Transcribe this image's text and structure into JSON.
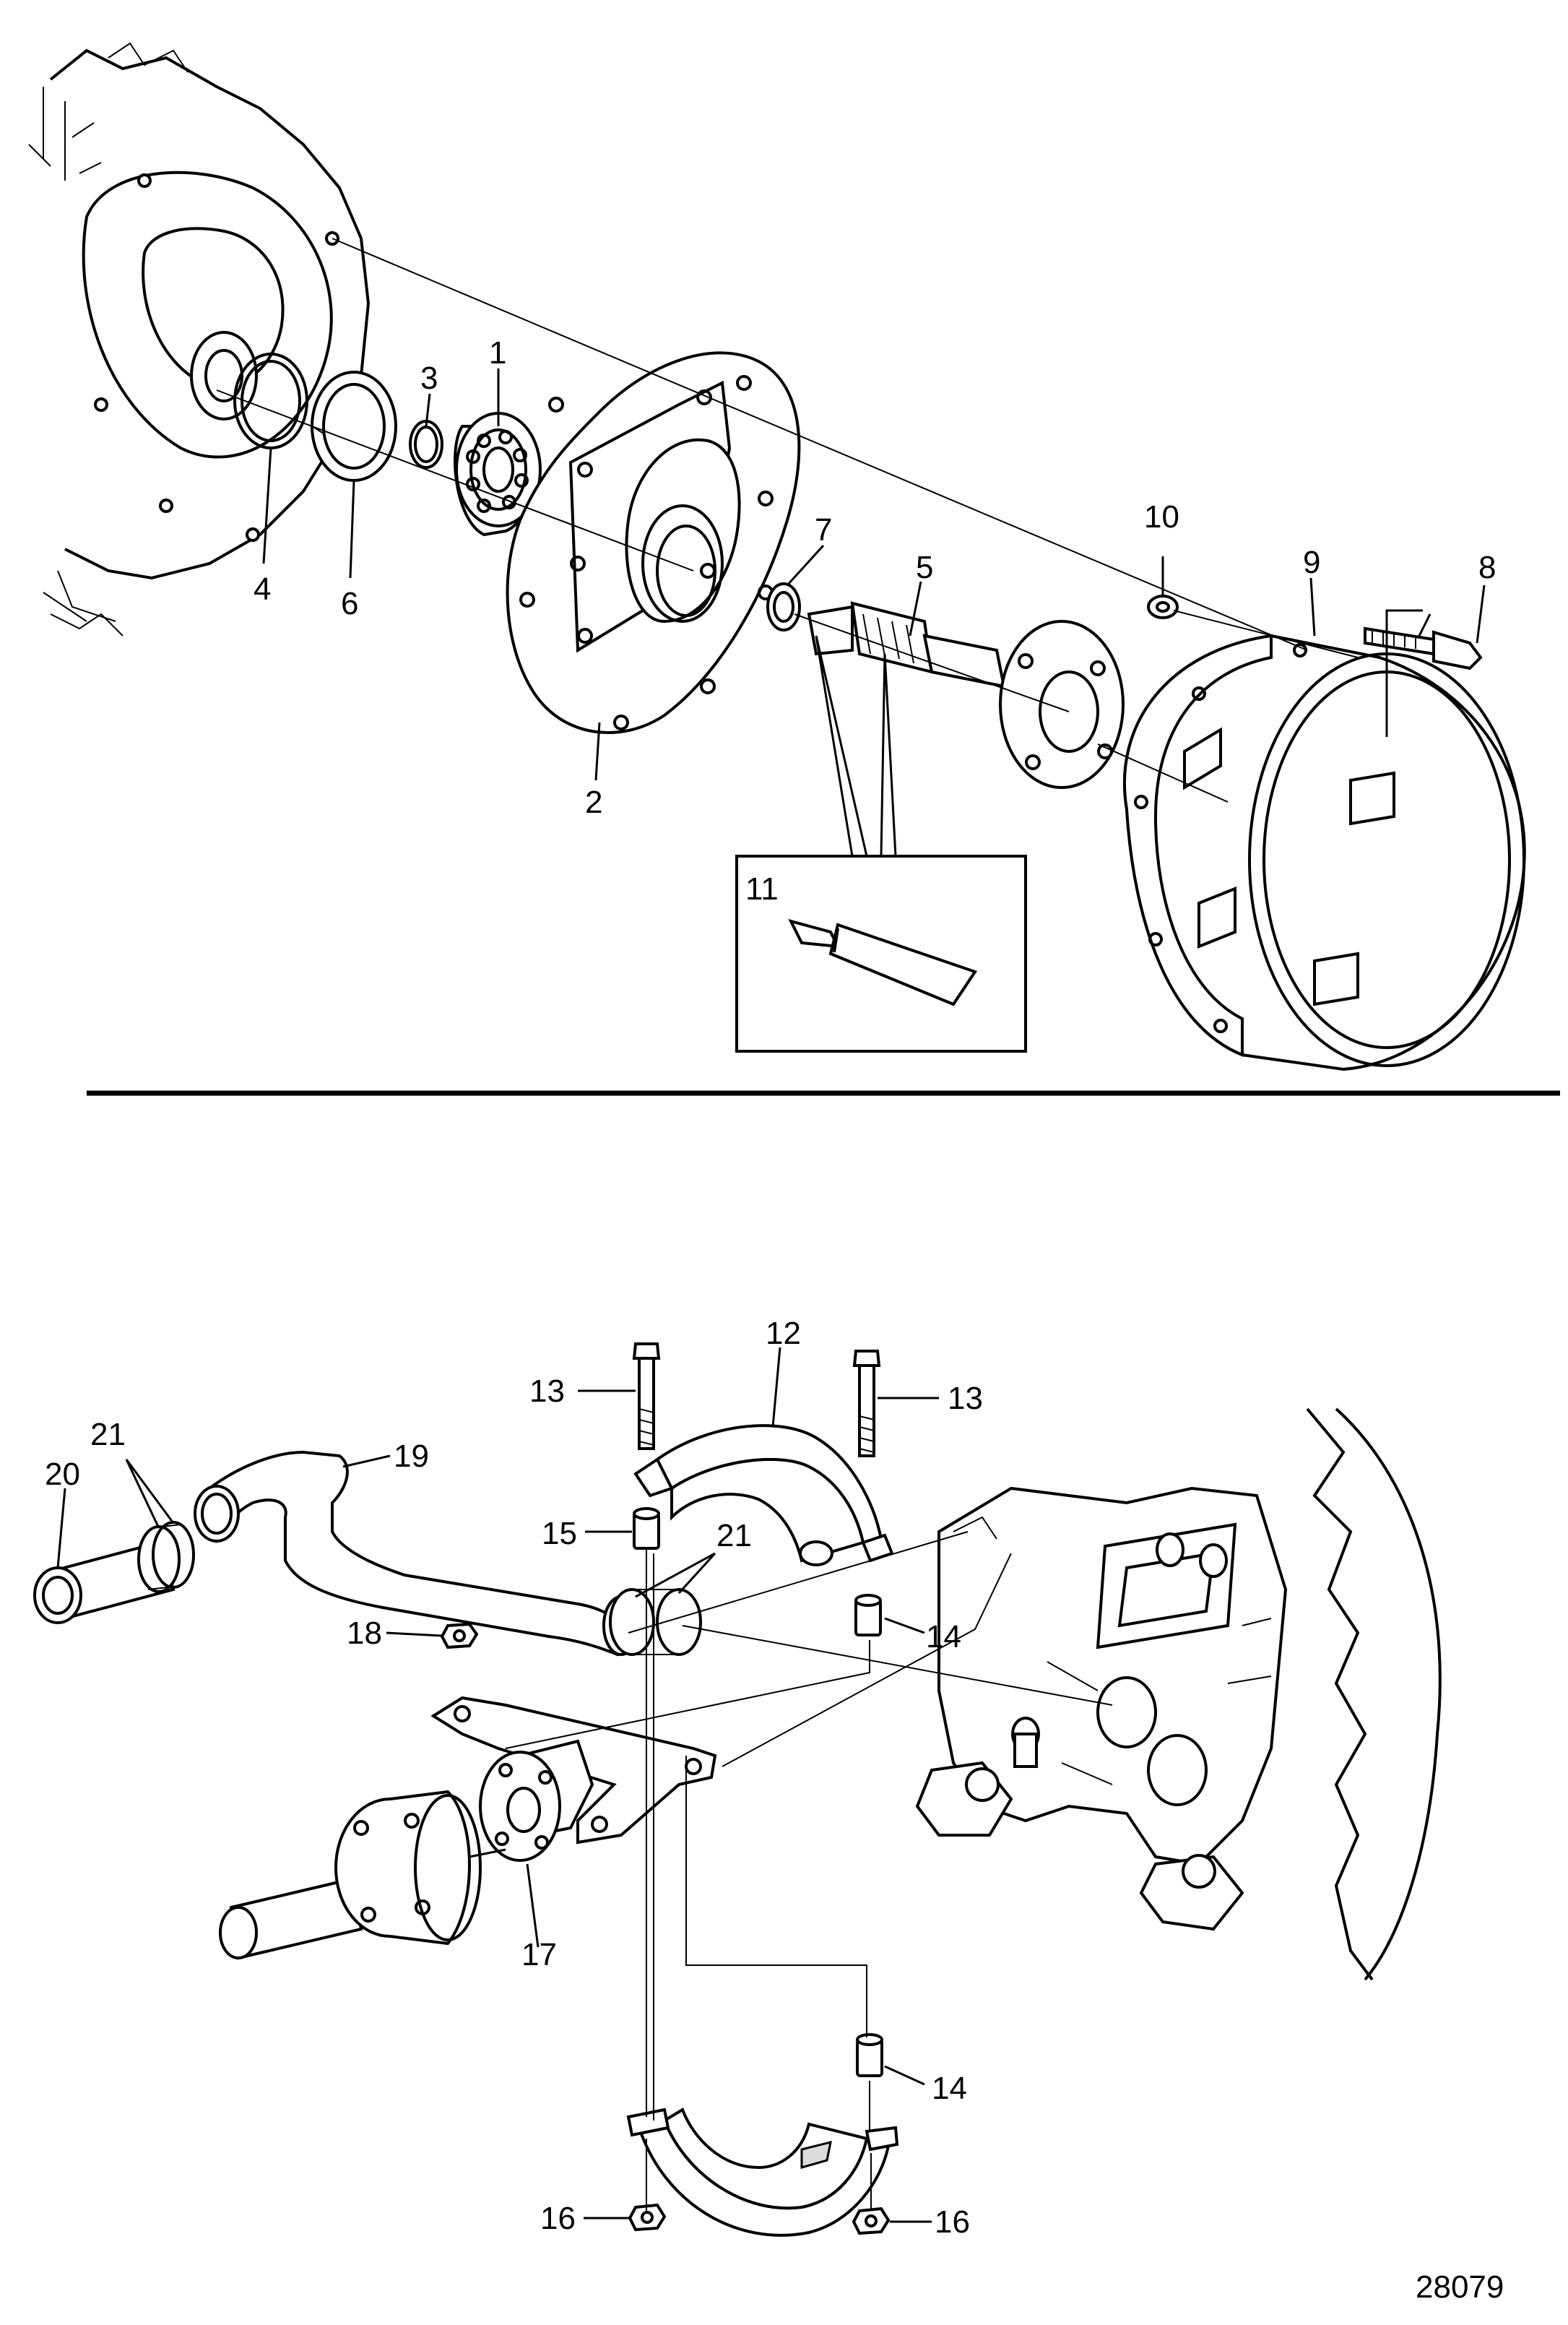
{
  "callouts": {
    "c1": "1",
    "c2": "2",
    "c3": "3",
    "c4": "4",
    "c5": "5",
    "c6": "6",
    "c7": "7",
    "c8": "8",
    "c9": "9",
    "c10": "10",
    "c11": "11",
    "c12": "12",
    "c13a": "13",
    "c13b": "13",
    "c14a": "14",
    "c14b": "14",
    "c15": "15",
    "c16a": "16",
    "c16b": "16",
    "c17": "17",
    "c18": "18",
    "c19": "19",
    "c20": "20",
    "c21a": "21",
    "c21b": "21"
  },
  "drawing_number": "28079"
}
